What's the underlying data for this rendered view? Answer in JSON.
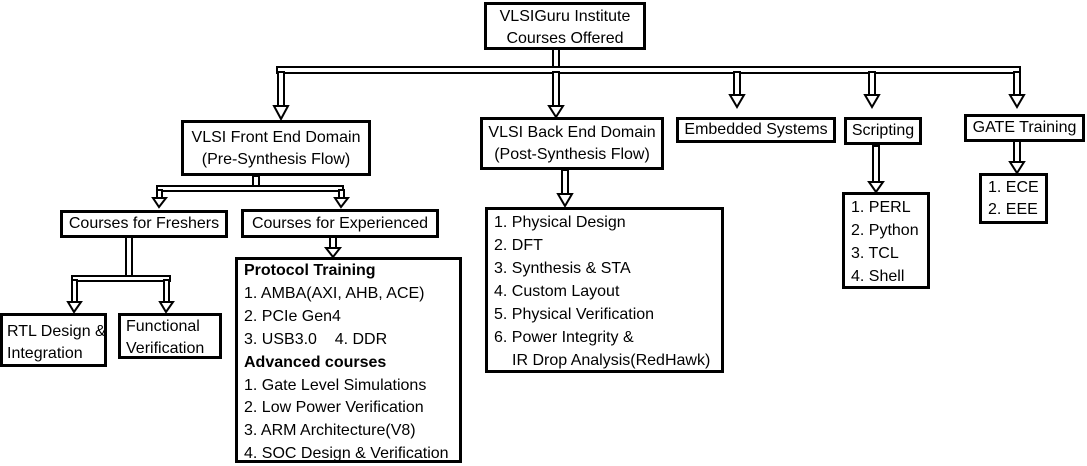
{
  "root": {
    "lines": [
      "VLSIGuru Institute",
      "Courses Offered"
    ]
  },
  "front_end": {
    "lines": [
      "VLSI Front End Domain",
      "(Pre-Synthesis Flow)"
    ]
  },
  "back_end": {
    "lines": [
      "VLSI Back End Domain",
      "(Post-Synthesis Flow)"
    ],
    "items": [
      "1. Physical Design",
      "2. DFT",
      "3. Synthesis & STA",
      "4. Custom Layout",
      "5. Physical Verification",
      "6. Power Integrity &",
      "IR Drop Analysis(RedHawk)"
    ]
  },
  "embedded": {
    "label": "Embedded Systems"
  },
  "scripting": {
    "label": "Scripting",
    "items": [
      "1. PERL",
      "2. Python",
      "3. TCL",
      "4. Shell"
    ]
  },
  "gate": {
    "label": "GATE Training",
    "items": [
      "1. ECE",
      "2. EEE"
    ]
  },
  "freshers": {
    "label": "Courses for Freshers",
    "rtl": [
      "RTL Design &",
      "Integration"
    ],
    "functional": [
      "Functional",
      "Verification"
    ]
  },
  "experienced": {
    "label": "Courses for Experienced",
    "protocol_heading": "Protocol Training",
    "protocol_items": [
      "1. AMBA(AXI, AHB, ACE)",
      "2. PCIe Gen4",
      "3. USB3.0    4. DDR"
    ],
    "advanced_heading": "Advanced courses",
    "advanced_items": [
      "1. Gate Level Simulations",
      "2. Low Power Verification",
      "3. ARM Architecture(V8)",
      "4. SOC Design & Verification"
    ]
  }
}
